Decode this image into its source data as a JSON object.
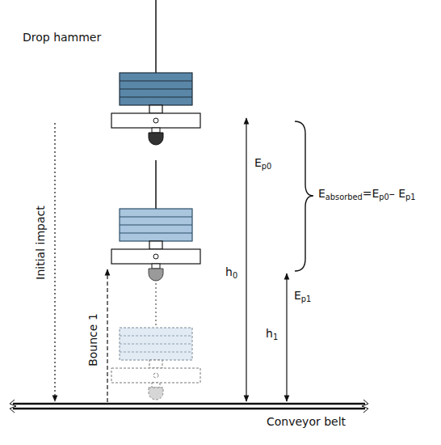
{
  "diagram": {
    "labels": [
      "Drop hammer",
      "Ep0",
      "Eabsorbed=Ep0– Ep1",
      "Initial impact",
      "h0",
      "Ep1",
      "Bounce 1",
      "h1",
      "Conveyor belt"
    ]
  }
}
